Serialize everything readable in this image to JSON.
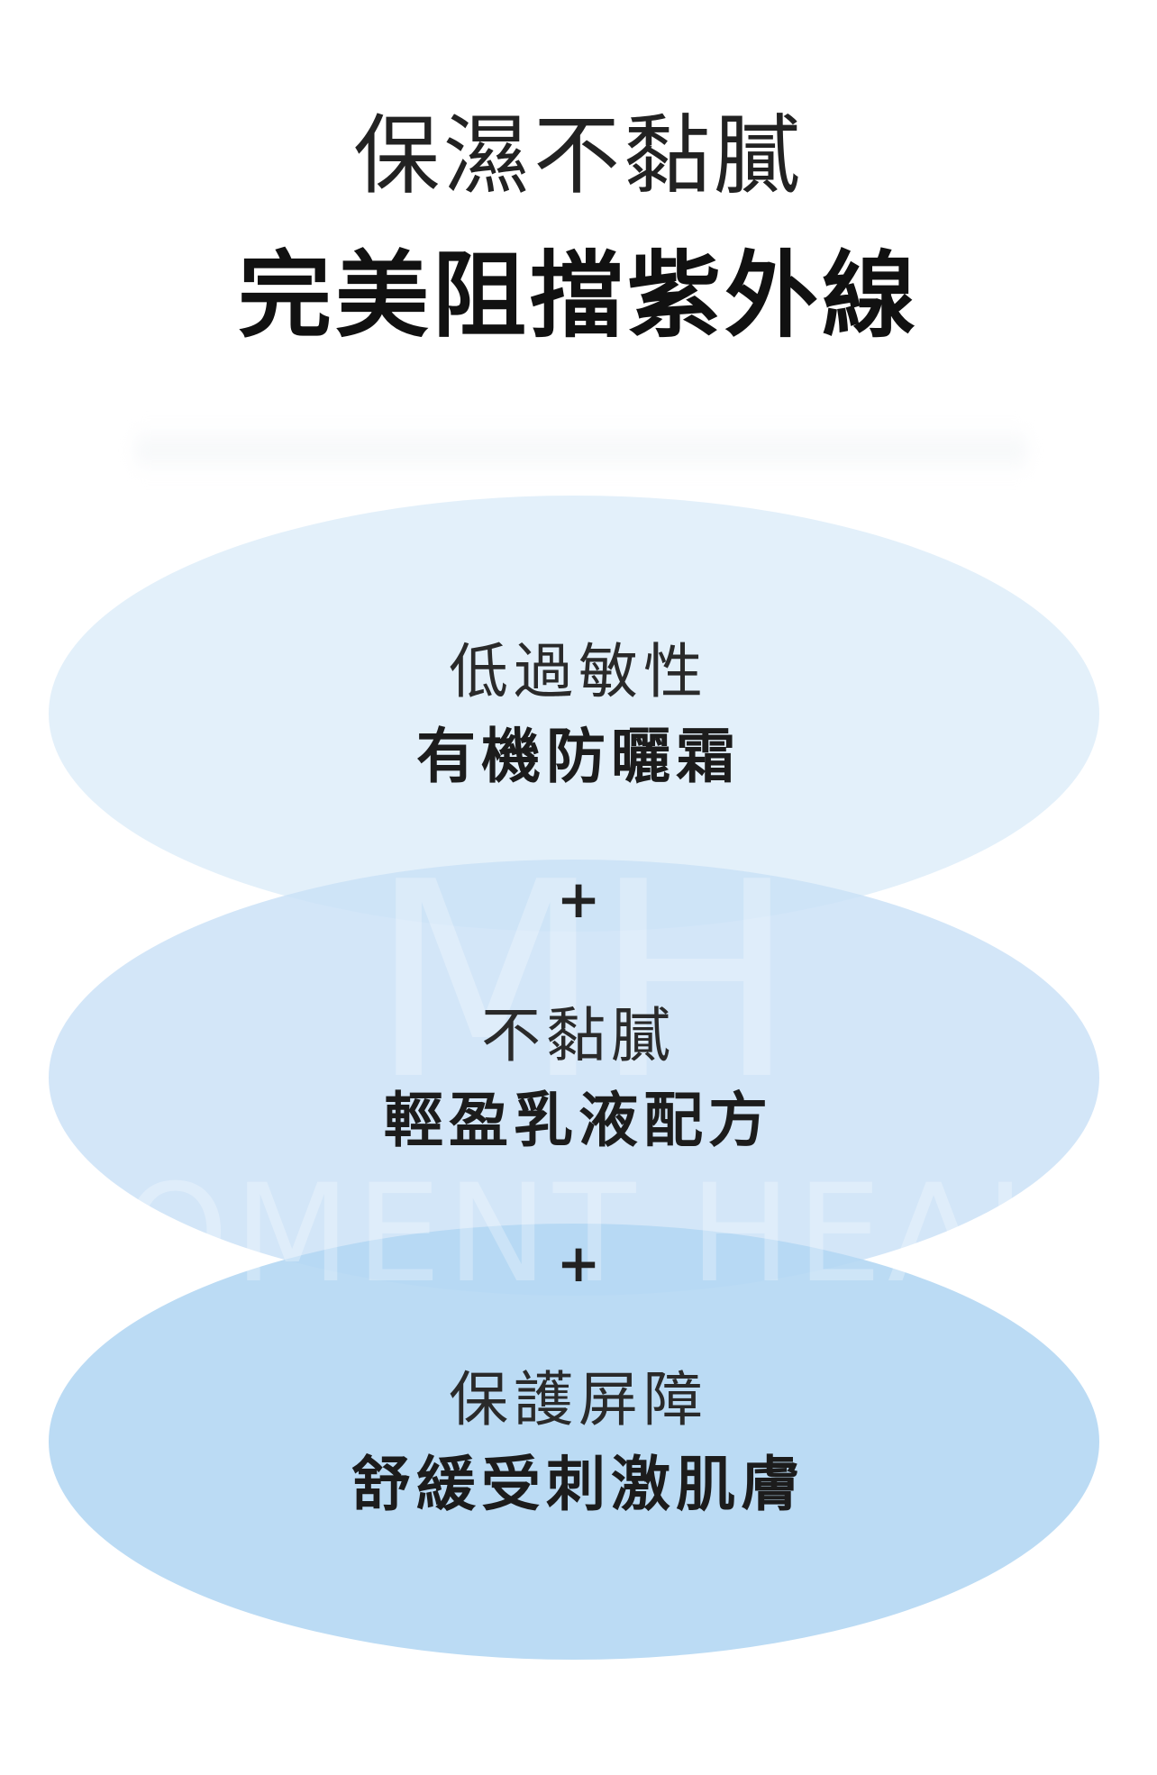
{
  "headline": {
    "line1": "保濕不黏膩",
    "line2": "完美阻擋紫外線"
  },
  "ovals": [
    {
      "subtitle": "低過敏性",
      "title": "有機防曬霜",
      "color": "#deedf9"
    },
    {
      "subtitle": "不黏膩",
      "title": "輕盈乳液配方",
      "color": "#c9e1f6"
    },
    {
      "subtitle": "保護屏障",
      "title": "舒緩受刺激肌膚",
      "color": "#b4d7f3"
    }
  ],
  "connectors": [
    "+",
    "+"
  ],
  "watermark": {
    "mark": "MH",
    "text": "MOMENT HEALTH"
  }
}
